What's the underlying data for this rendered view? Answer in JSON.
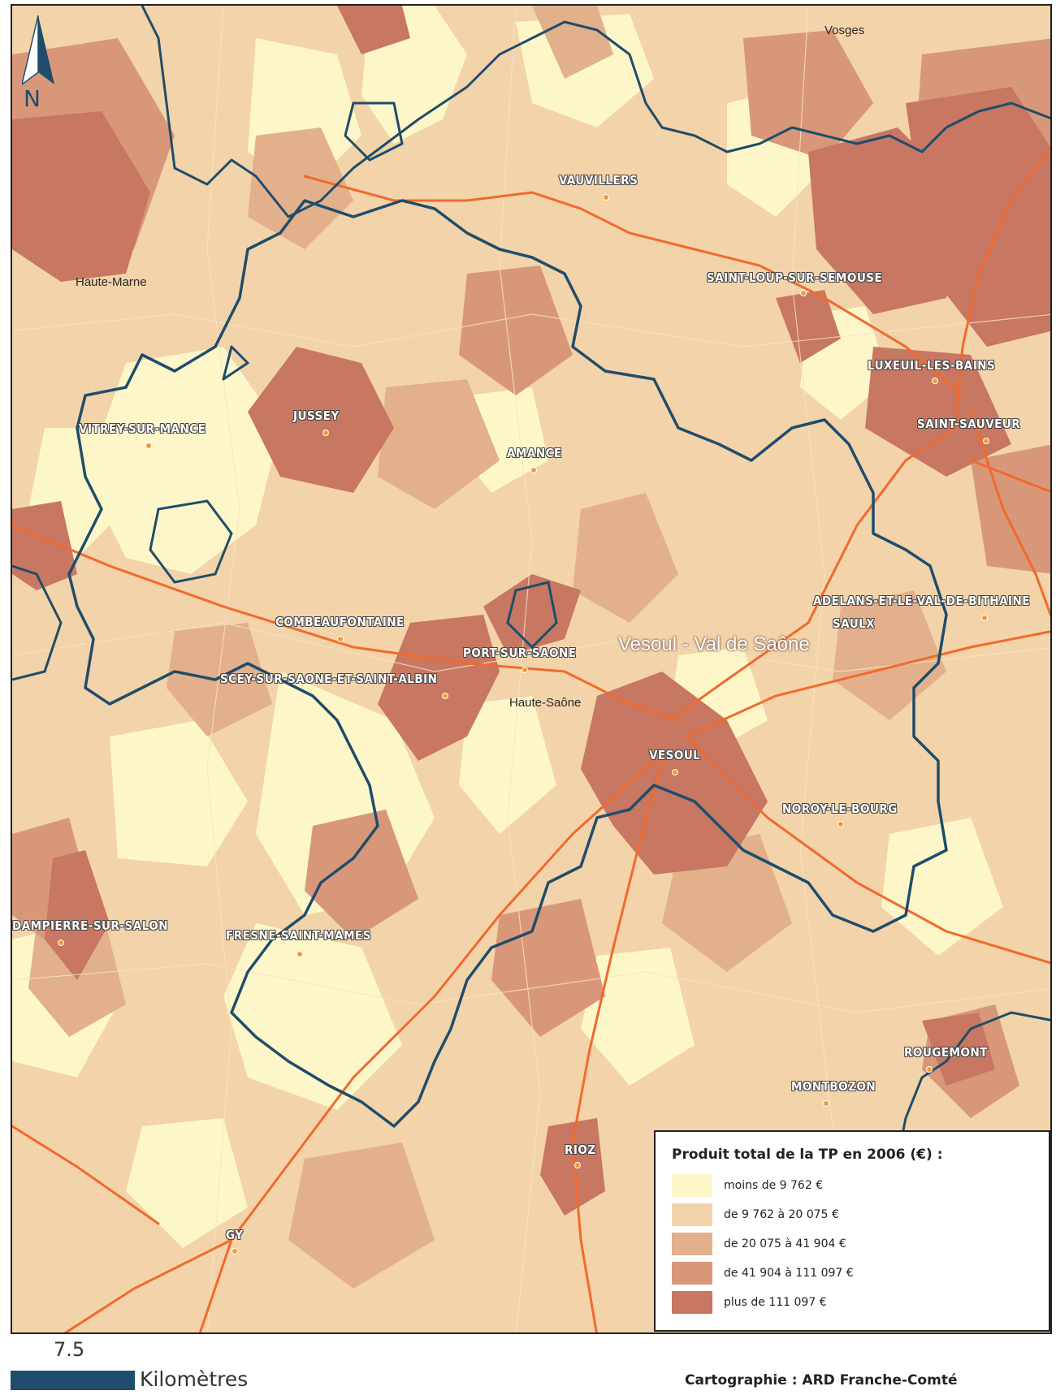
{
  "map": {
    "regions": {
      "vosges": "Vosges",
      "haute_marne": "Haute-Marne",
      "haute_saone": "Haute-Saône"
    },
    "epci_name": "Vesoul - Val de Saône",
    "places": [
      {
        "name": "VAUVILLERS"
      },
      {
        "name": "SAINT-LOUP-SUR-SEMOUSE"
      },
      {
        "name": "LUXEUIL-LES-BAINS"
      },
      {
        "name": "SAINT-SAUVEUR"
      },
      {
        "name": "VITREY-SUR-MANCE"
      },
      {
        "name": "JUSSEY"
      },
      {
        "name": "AMANCE"
      },
      {
        "name": "ADELANS-ET-LE-VAL-DE-BITHAINE"
      },
      {
        "name": "SAULX"
      },
      {
        "name": "COMBEAUFONTAINE"
      },
      {
        "name": "PORT-SUR-SAONE"
      },
      {
        "name": "SCEY-SUR-SAONE-ET-SAINT-ALBIN"
      },
      {
        "name": "VESOUL"
      },
      {
        "name": "NOROY-LE-BOURG"
      },
      {
        "name": "DAMPIERRE-SUR-SALON"
      },
      {
        "name": "FRESNE-SAINT-MAMES"
      },
      {
        "name": "ROUGEMONT"
      },
      {
        "name": "MONTBOZON"
      },
      {
        "name": "RIOZ"
      },
      {
        "name": "GY"
      }
    ],
    "north_label": "N",
    "colors": {
      "boundary": "#1f4d6b",
      "roads": "#f06a2e"
    }
  },
  "legend": {
    "title": "Produit total de la TP en 2006 (€) :",
    "classes": [
      {
        "label": "moins de 9 762 €",
        "color": "#fdf6c8"
      },
      {
        "label": "de 9 762 à 20 075 €",
        "color": "#f3d3a9"
      },
      {
        "label": "de 20 075 à 41 904 €",
        "color": "#e3b08c"
      },
      {
        "label": "de 41 904 à 111 097 €",
        "color": "#d9977a"
      },
      {
        "label": "plus de 111 097 €",
        "color": "#c77762"
      }
    ]
  },
  "scale": {
    "value": "7.5",
    "unit": "Kilomètres"
  },
  "credit": "Cartographie : ARD Franche-Comté"
}
